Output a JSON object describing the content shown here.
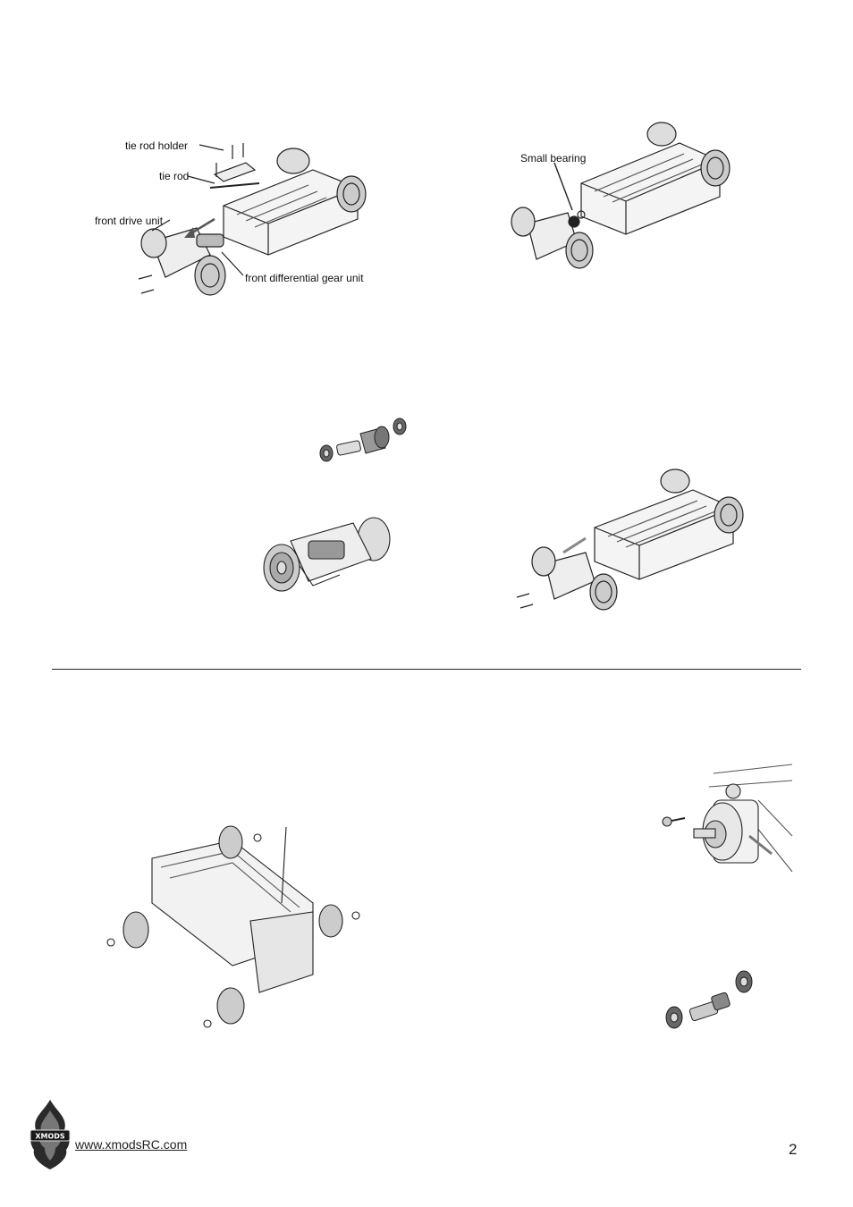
{
  "figures": {
    "front_removal": {
      "labels": {
        "tie_rod_holder": "tie rod holder",
        "tie_rod": "tie rod",
        "front_drive_unit": "front drive unit",
        "front_diff_gear_unit": "front differential gear unit"
      }
    },
    "small_bearing": {
      "label": "Small bearing"
    }
  },
  "footer": {
    "logo_text": "XMODS",
    "url": "www.xmodsRC.com",
    "page_number": "2"
  }
}
